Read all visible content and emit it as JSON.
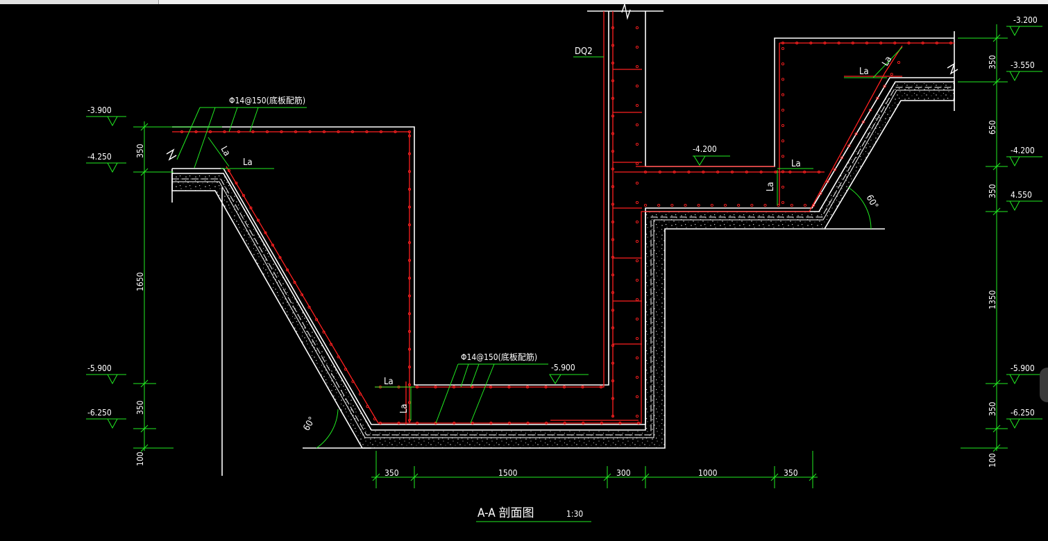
{
  "drawing": {
    "title": "A-A 剖面图",
    "scale": "1:30",
    "wall_label": "DQ2",
    "rebar_note": "Φ14@150(底板配筋)",
    "anchor_label": "La",
    "angle_label": "60°"
  },
  "elevations": {
    "left": [
      "-3.900",
      "-4.250",
      "-5.900",
      "-6.250"
    ],
    "right": [
      "-3.200",
      "-3.550",
      "-4.200",
      "4.550",
      "-5.900",
      "-6.250"
    ],
    "inline": [
      "-4.200",
      "-5.900"
    ]
  },
  "dimensions": {
    "left": [
      "350",
      "1650",
      "350",
      "100"
    ],
    "right": [
      "350",
      "650",
      "350",
      "1350",
      "350",
      "100"
    ],
    "bottom": [
      "350",
      "1500",
      "300",
      "1000",
      "350"
    ]
  },
  "colors": {
    "background": "#000000",
    "outline": "#ffffff",
    "rebar": "#ff2020",
    "annotation": "#22ee22"
  }
}
